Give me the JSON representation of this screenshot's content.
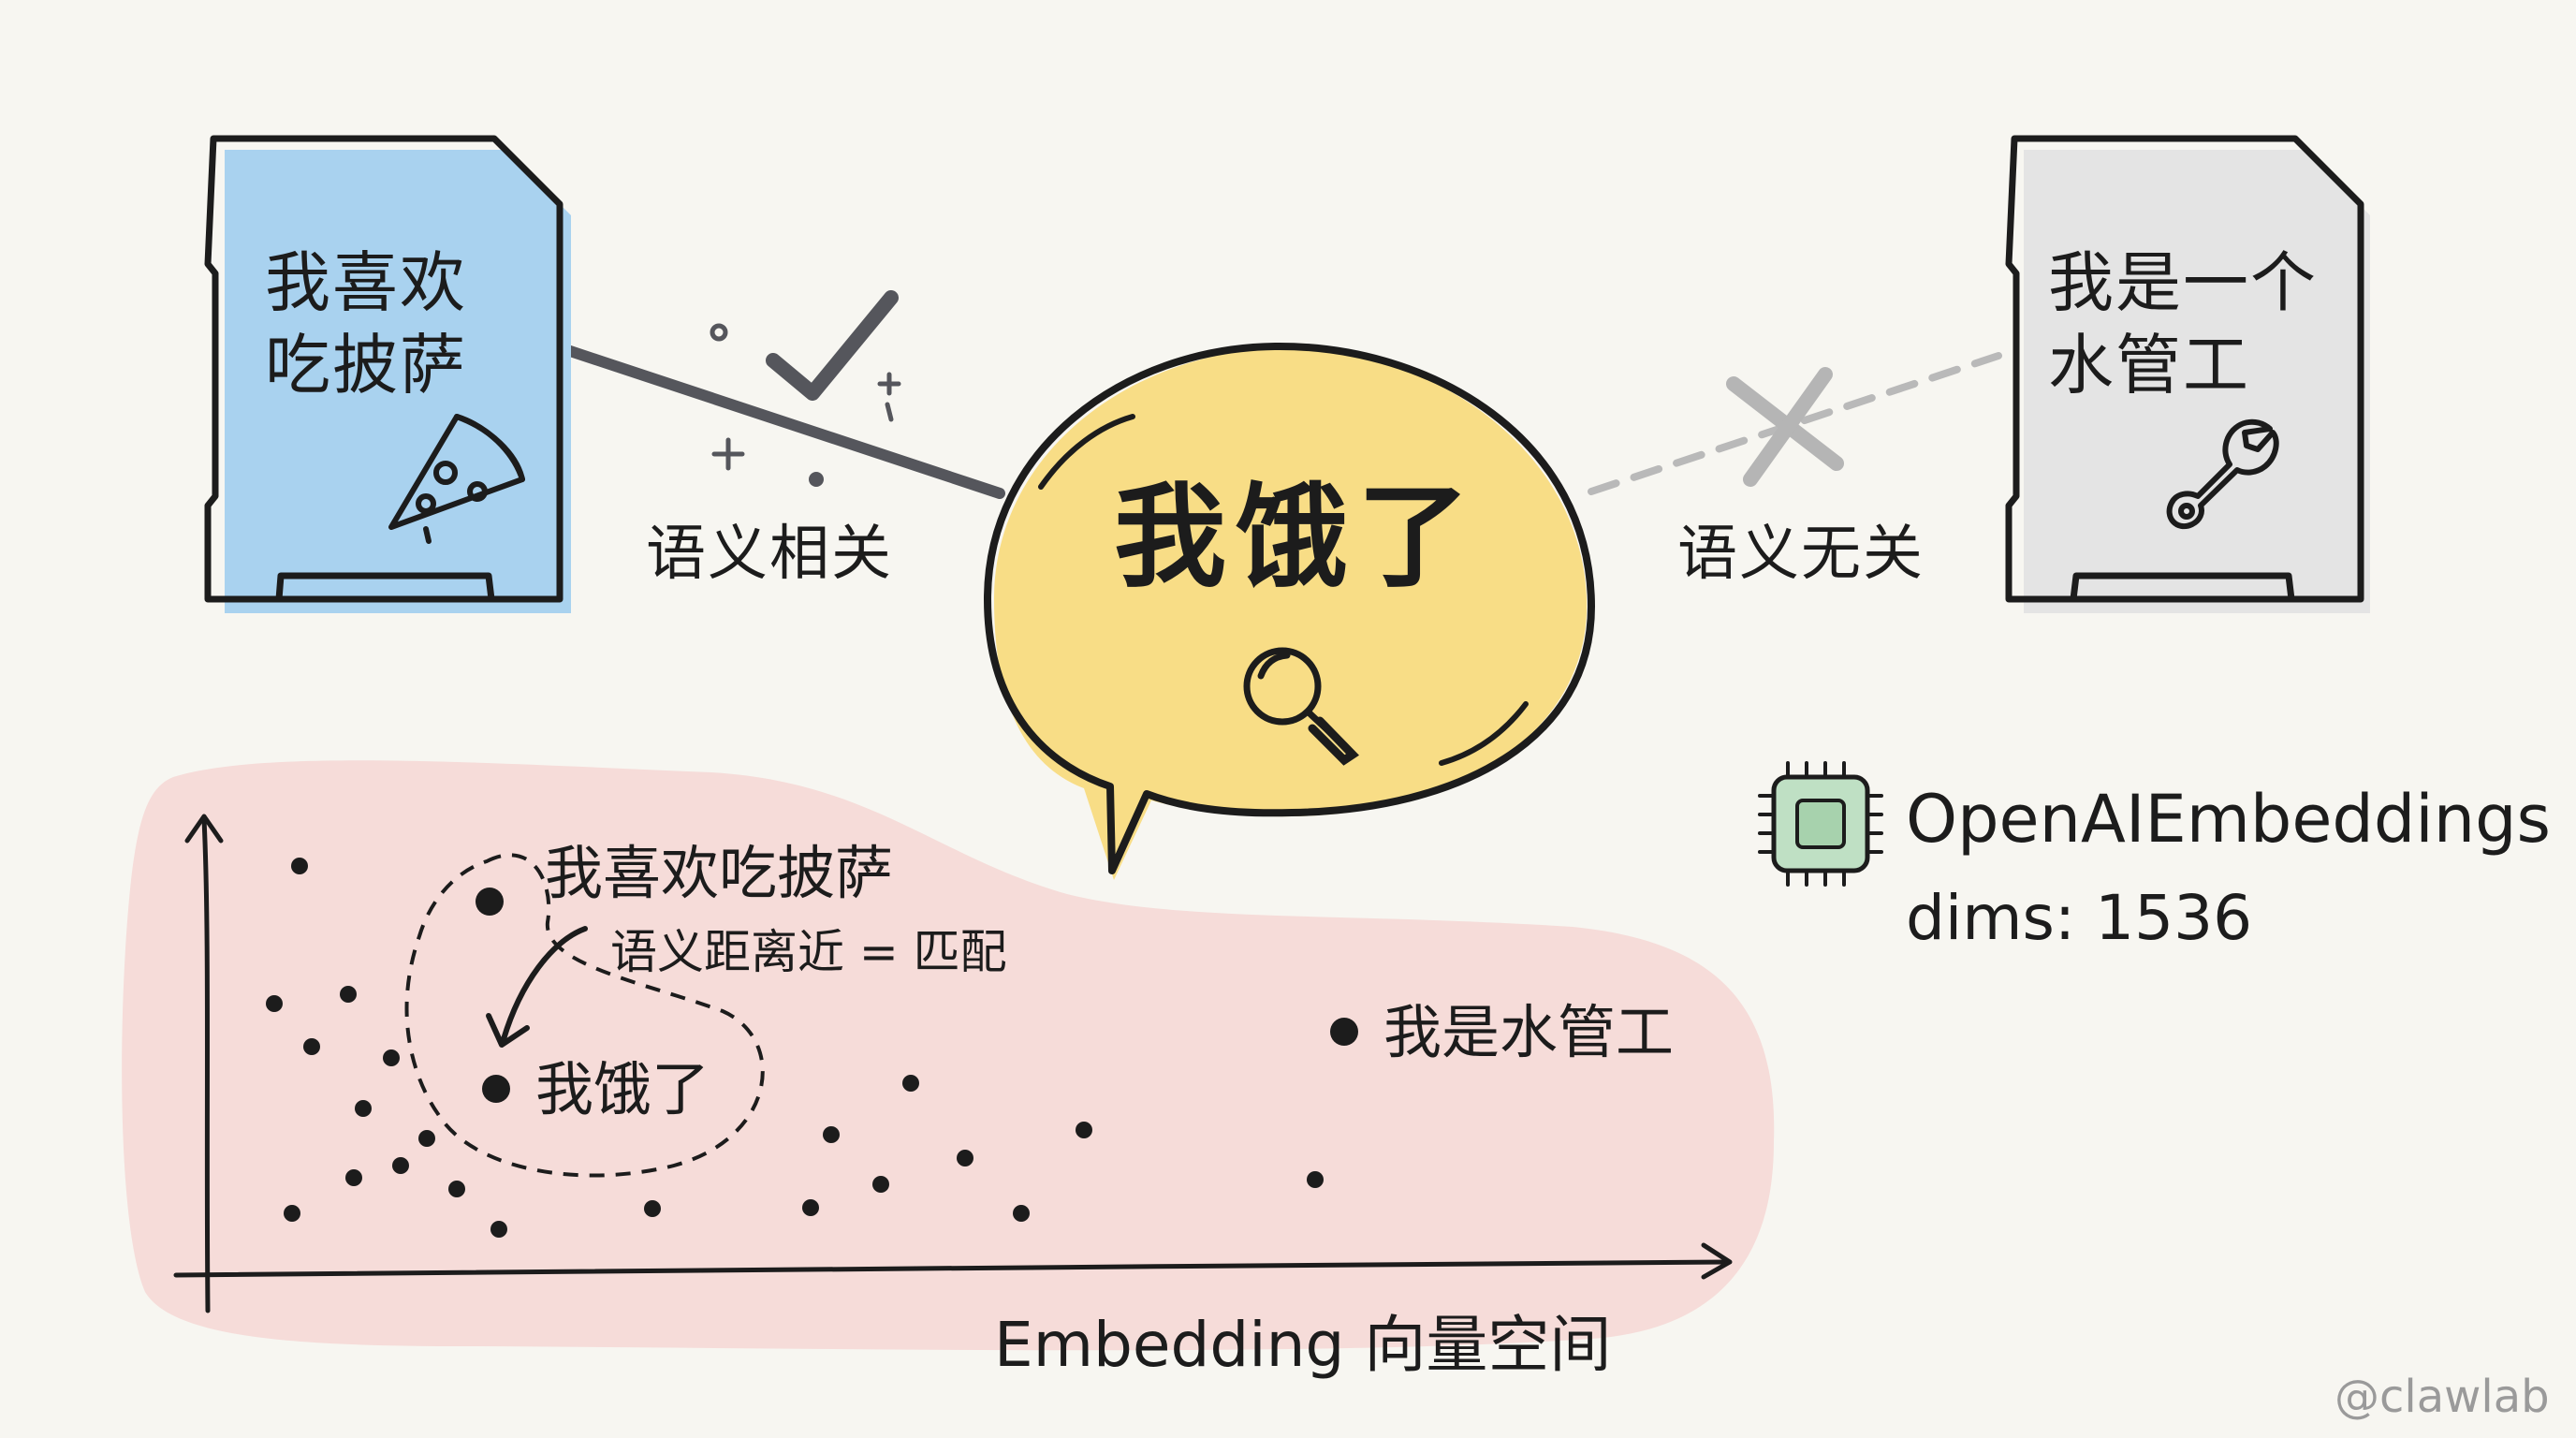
{
  "doc_card": {
    "text_line1": "我喜欢",
    "text_line2": "吃披萨",
    "fill": "#a9d2ef",
    "icon": "pizza-icon"
  },
  "irrelevant_card": {
    "text_line1": "我是一个",
    "text_line2": "水管工",
    "fill": "#e4e4e4",
    "icon": "wrench-icon"
  },
  "query_bubble": {
    "text": "我饿了",
    "fill": "#f8dd86",
    "icon": "magnifier-icon"
  },
  "links": {
    "relevant_label": "语义相关",
    "relevant_mark": "checkmark-icon",
    "irrelevant_label": "语义无关",
    "irrelevant_mark": "cross-icon"
  },
  "vector_space": {
    "fill": "#f6dcd9",
    "axis_title": "Embedding 向量空间",
    "points": {
      "pizza": "我喜欢吃披萨",
      "hungry": "我饿了",
      "plumber": "我是水管工"
    },
    "note": "语义距离近 = 匹配"
  },
  "model": {
    "name": "OpenAIEmbeddings",
    "dims": "dims: 1536",
    "icon": "chip-icon",
    "icon_fill": "#bfe0c4"
  },
  "watermark": "@clawlab"
}
